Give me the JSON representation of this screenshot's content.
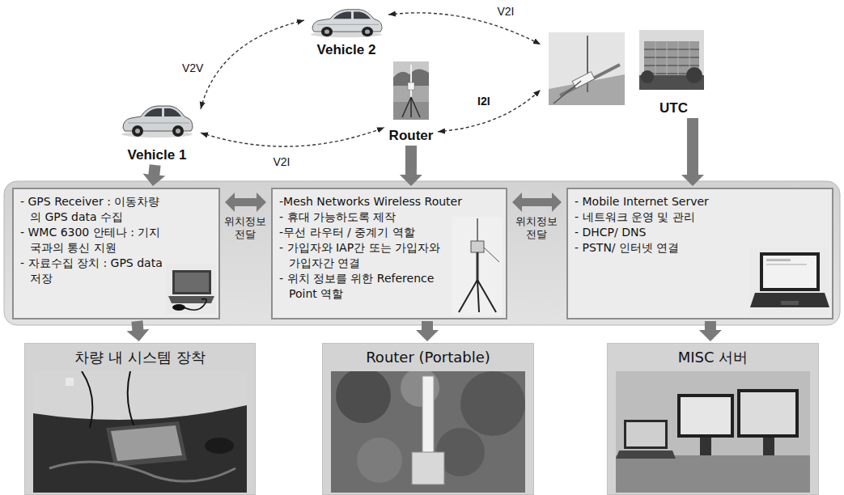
{
  "diagram": {
    "nodes": [
      {
        "text": [
          "Vehicle 1"
        ]
      },
      {
        "text": [
          "Vehicle 2"
        ]
      },
      {
        "text": [
          "Router"
        ]
      },
      {
        "text": [
          "UTC"
        ]
      },
      {
        "text": [
          "- GPS Receiver : 이동차량의 GPS data 수집",
          "- WMC 6300 안테나 : 기지국과의 통신 지원",
          "- 자료수집 장치 : GPS data 저장"
        ]
      },
      {
        "text": [
          "-Mesh Networks Wireless Router",
          "- 휴대 가능하도록 제작",
          "-무선 라우터 / 중계기 역할",
          "- 가입자와 IAP간 또는 가입자와 가입자간 연결",
          "- 위치 정보를 위한 Reference Point 역할"
        ]
      },
      {
        "text": [
          "- Mobile Internet Server",
          "- 네트워크 운영 및 관리",
          "- DHCP/ DNS",
          "- PSTN/ 인터넷 연결"
        ]
      },
      {
        "text": [
          "차량 내 시스템 장착"
        ]
      },
      {
        "text": [
          "Router (Portable)"
        ]
      },
      {
        "text": [
          "MISC 서버"
        ]
      }
    ],
    "edges": [
      {
        "from": 0,
        "to": 1,
        "arrow": "both",
        "label": "V2V"
      },
      {
        "from": 1,
        "to": 3,
        "arrow": "both",
        "label": "V2I"
      },
      {
        "from": 0,
        "to": 2,
        "arrow": "both",
        "label": "V2I"
      },
      {
        "from": 2,
        "to": 3,
        "arrow": "both",
        "label": "I2I"
      },
      {
        "from": 0,
        "to": 4,
        "arrow": "to"
      },
      {
        "from": 2,
        "to": 5,
        "arrow": "to"
      },
      {
        "from": 3,
        "to": 6,
        "arrow": "to"
      },
      {
        "from": 4,
        "to": 5,
        "arrow": "both",
        "label": "위치정보 전달"
      },
      {
        "from": 5,
        "to": 6,
        "arrow": "both",
        "label": "위치정보 전달"
      },
      {
        "from": 4,
        "to": 7,
        "arrow": "to"
      },
      {
        "from": 5,
        "to": 8,
        "arrow": "to"
      },
      {
        "from": 6,
        "to": 9,
        "arrow": "to"
      }
    ]
  }
}
